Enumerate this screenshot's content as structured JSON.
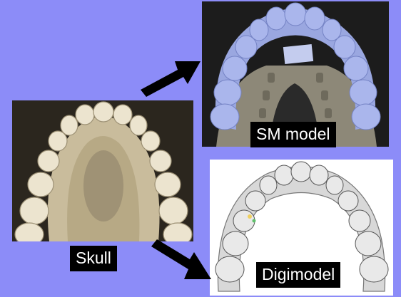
{
  "labels": {
    "skull": "Skull",
    "sm_model": "SM model",
    "digimodel": "Digimodel"
  },
  "colors": {
    "background": "#8c8cf8",
    "label_bg": "#000000",
    "label_text": "#ffffff",
    "arrow": "#000000",
    "sm_model_blue": "#9aa7e0",
    "skull_bone": "#e6dcc4"
  },
  "images": [
    {
      "name": "skull-photo",
      "depicts": "upper dental arch of a skull"
    },
    {
      "name": "sm-model-photo",
      "depicts": "blue SM model of upper dental arch on a base"
    },
    {
      "name": "digimodel-render",
      "depicts": "digital 3D render of upper dental arch"
    }
  ]
}
